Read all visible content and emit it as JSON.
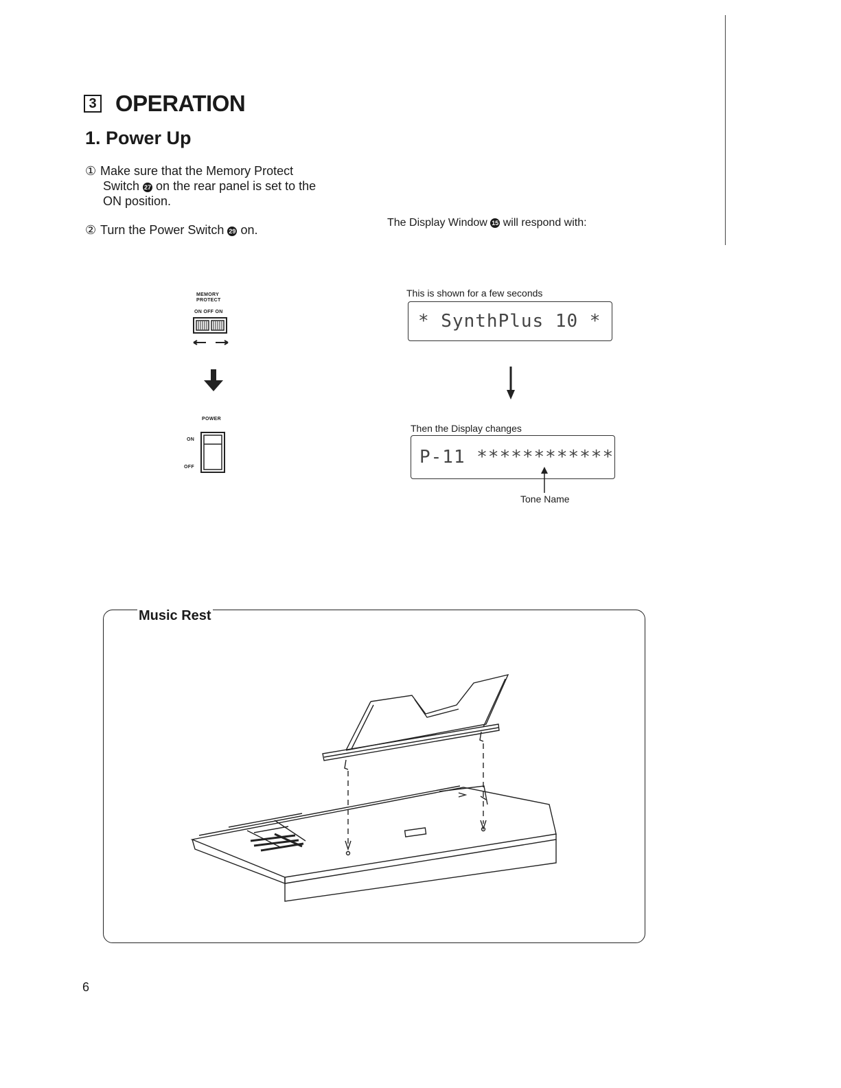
{
  "section": {
    "number": "3",
    "title": "OPERATION"
  },
  "subsection": {
    "title": "1. Power Up"
  },
  "steps": [
    {
      "num": "①",
      "line1": "Make  sure  that  the  Memory  Protect",
      "line2_a": "Switch",
      "badge": "27",
      "line2_b": "on the rear panel is set to the",
      "line3": "ON position."
    },
    {
      "num": "②",
      "text_a": "Turn the Power Switch",
      "badge": "29",
      "text_b": "on."
    }
  ],
  "display_intro": {
    "text_a": "The Display Window",
    "badge": "15",
    "text_b": "will respond with:"
  },
  "switch_diagram": {
    "title_1": "MEMORY",
    "title_2": "PROTECT",
    "labels": "ON  OFF  ON"
  },
  "power_diagram": {
    "title": "POWER",
    "on": "ON",
    "off": "OFF"
  },
  "lcd1": {
    "caption": "This is shown for a few seconds",
    "text": "*  SynthPlus  10  *"
  },
  "lcd2": {
    "caption": "Then the Display changes",
    "text": "P-11  ************",
    "pointer_label": "Tone Name"
  },
  "music_rest": {
    "title": "Music Rest"
  },
  "page_number": "6"
}
